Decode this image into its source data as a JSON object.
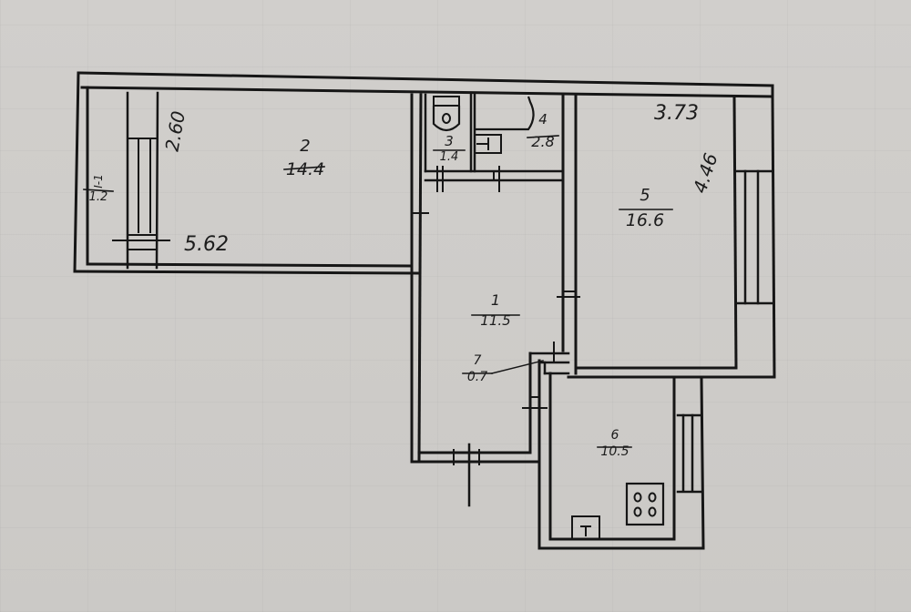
{
  "plan": {
    "rooms": [
      {
        "id": "room-1",
        "number": "1",
        "area": "11.5"
      },
      {
        "id": "room-2",
        "number": "2",
        "area": "14.4"
      },
      {
        "id": "room-3",
        "number": "3",
        "area": "1.4"
      },
      {
        "id": "room-4",
        "number": "4",
        "area": "2.8"
      },
      {
        "id": "room-5",
        "number": "5",
        "area": "16.6"
      },
      {
        "id": "room-6",
        "number": "6",
        "area": "10.5"
      },
      {
        "id": "room-7",
        "number": "7",
        "area": "0.7"
      },
      {
        "id": "balcony",
        "number": "I-1",
        "area": "1.2"
      }
    ],
    "dimensions": {
      "room2_width": "5.62",
      "room2_depth": "2.60",
      "room5_width": "3.73",
      "room5_depth": "4.46"
    },
    "colors": {
      "ink": "#161616",
      "paper": "#cdcbc8"
    }
  }
}
